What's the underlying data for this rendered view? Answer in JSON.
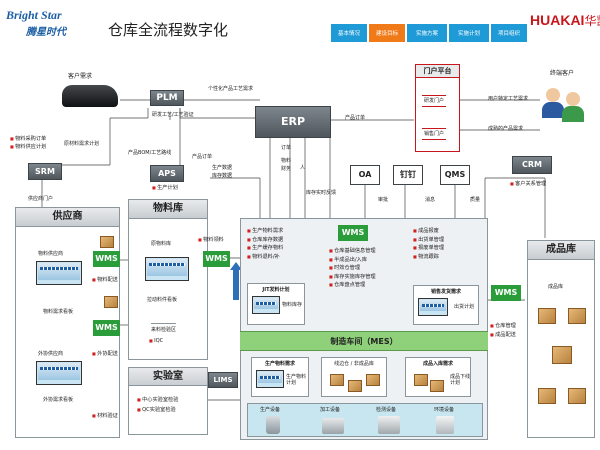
{
  "header": {
    "logo_en": "Bright Star",
    "logo_cn": "腾星时代",
    "title": "仓库全流程数字化",
    "brand_en": "HUAKAI",
    "brand_cn": "华凯",
    "tabs": [
      "基本情况",
      "建设目标",
      "实施方案",
      "实施计划",
      "项目组织"
    ],
    "active_tab": 1
  },
  "colors": {
    "tab": "#1e9ad6",
    "tab_active": "#f07a18",
    "green": "#2a9d3a",
    "dark": "#545c62",
    "bullet": "#d21f1f",
    "gold": "#d4a017"
  },
  "nodes": {
    "plm": "PLM",
    "erp": "ERP",
    "aps": "APS",
    "srm": "SRM",
    "oa": "OA",
    "dingding": "钉钉",
    "qms": "QMS",
    "crm": "CRM",
    "lims": "LIMS",
    "wms": "WMS",
    "mes": "制造车间（MES）",
    "portal": "门户平台",
    "portal_dev": "研发门户",
    "portal_sales": "销售门户"
  },
  "labels": {
    "customer_demand": "客户需求",
    "end_customer": "终端客户",
    "personalized": "个性化产品工艺需求",
    "rd_process": "研发工艺/工艺验证",
    "product_bom": "产品BOM/工艺路线",
    "product_order": "产品订单",
    "production_data": "生产数据",
    "inventory_data": "库存数据",
    "product_order2": "产品订单",
    "user_specific": "用户特定工艺需求",
    "finished_demand": "成熟的产品需求",
    "material_purchase": "物料采购订单",
    "material_supply": "物料供应计划",
    "raw_material_plan": "原材料需求计划",
    "supplier_portal": "供应商门户",
    "production_plan": "生产计划",
    "order": "订单",
    "material": "物料",
    "finance": "财务",
    "personnel": "人",
    "inventory_feedback": "库存实时反馈",
    "approval": "审批",
    "message": "消息",
    "quality": "质量",
    "customer_relation": "客户关系管理",
    "material_receive": "物料领料",
    "material_distribute": "物料配送",
    "external_distribute": "外协配送",
    "material_verify": "材料验证"
  },
  "supplier": {
    "title": "供应商",
    "material_supplier": "物料供应商",
    "material_demand_board": "物料需求看板",
    "external_supplier": "外协供应商",
    "external_demand_board": "外协需求看板"
  },
  "warehouse": {
    "title": "物料库",
    "raw_warehouse": "原物料库",
    "receive_board": "拉动料件看板",
    "inspection": "来料检验区",
    "iqc": "IQC"
  },
  "lab": {
    "title": "实验室",
    "items": [
      "中心实验室检验",
      "QC实验室检验"
    ]
  },
  "finished": {
    "title": "成品库",
    "stock": "成品库",
    "items": [
      "仓库管理",
      "成品配送"
    ]
  },
  "mes_center": {
    "left_items": [
      "生产物料需求",
      "仓库库存数据",
      "生产缓存物料",
      "物料退料/补"
    ],
    "mid_items": [
      "仓库基础信息管理",
      "半成品出/入库",
      "时效仓管理",
      "库存实施库存管理",
      "仓库盘点管理"
    ],
    "right_items": [
      "成品报废",
      "出货单管理",
      "报废单管理",
      "物流跟踪"
    ],
    "jit": "JIT发料计划",
    "material_stock": "物料库存",
    "sales_demand": "销售发货需求",
    "outbound_plan": "出货计划",
    "prod_material_demand": "生产物料需求",
    "prod_material_plan": "生产物料计划",
    "line_stock": "线边仓 / 非成品库",
    "finished_in_demand": "成品入库需求",
    "finished_out_plan": "成品下线计划",
    "equipment": [
      "生产设备",
      "加工设备",
      "检测设备",
      "环境设备"
    ]
  }
}
